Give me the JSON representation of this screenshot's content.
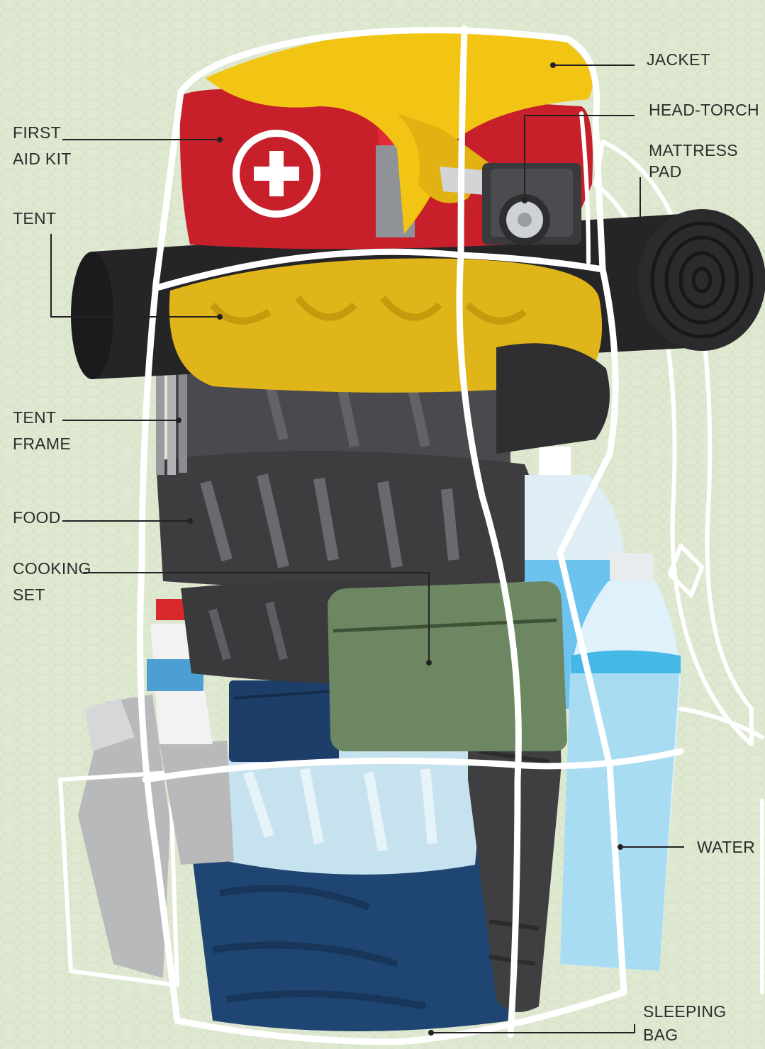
{
  "title": "",
  "colors": {
    "background": "#dfe9d2",
    "outline": "#ffffff",
    "jacket": "#f2c515",
    "first_aid": "#c8202b",
    "tent": "#e0b51a",
    "mattress": "#252528",
    "food": "#4a4a4e",
    "cooking_set": "#6c8762",
    "water": "#a8dcf2",
    "sleeping_bag": "#1f4672",
    "shoe": "#3f3f42",
    "label_text": "#2c2c2c"
  },
  "labels": {
    "jacket": "JACKET",
    "head_torch": "HEAD-TORCH",
    "mattress_pad_1": "MATTRESS",
    "mattress_pad_2": "PAD",
    "first_aid_1": "FIRST",
    "first_aid_2": "AID KIT",
    "tent": "TENT",
    "tent_frame_1": "TENT",
    "tent_frame_2": "FRAME",
    "food": "FOOD",
    "cooking_1": "COOKING",
    "cooking_2": "SET",
    "water": "WATER",
    "sleeping_1": "SLEEPING",
    "sleeping_2": "BAG"
  },
  "icons": {
    "first_aid_symbol": "medical-cross-icon",
    "head_torch": "head-torch-icon"
  }
}
